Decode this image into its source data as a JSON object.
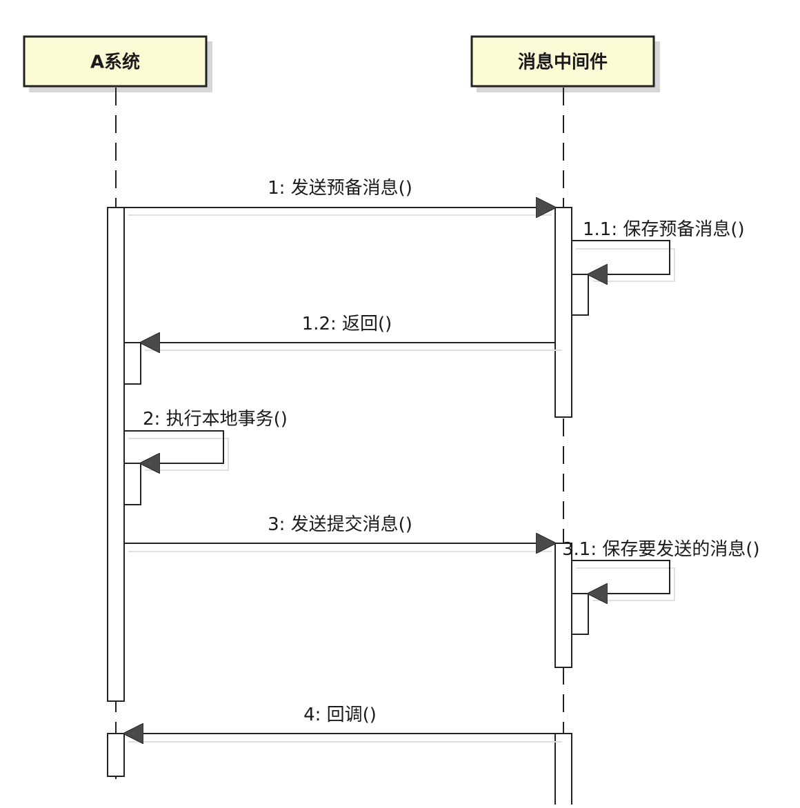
{
  "diagram": {
    "type": "sequence",
    "participants": [
      {
        "id": "a",
        "label": "A系统"
      },
      {
        "id": "mq",
        "label": "消息中间件"
      }
    ],
    "messages": [
      {
        "id": "m1",
        "label": "1: 发送预备消息()",
        "from": "a",
        "to": "mq"
      },
      {
        "id": "m1_1",
        "label": "1.1: 保存预备消息()",
        "from": "mq",
        "to": "mq"
      },
      {
        "id": "m1_2",
        "label": "1.2: 返回()",
        "from": "mq",
        "to": "a"
      },
      {
        "id": "m2",
        "label": "2: 执行本地事务()",
        "from": "a",
        "to": "a"
      },
      {
        "id": "m3",
        "label": "3: 发送提交消息()",
        "from": "a",
        "to": "mq"
      },
      {
        "id": "m3_1",
        "label": "3.1: 保存要发送的消息()",
        "from": "mq",
        "to": "mq"
      },
      {
        "id": "m4",
        "label": "4: 回调()",
        "from": "mq",
        "to": "a"
      }
    ]
  },
  "colors": {
    "participant_fill": "#fbfbd6",
    "line": "#222222",
    "arrowhead": "#4a4a4a",
    "shadow": "#d6d6d6"
  }
}
